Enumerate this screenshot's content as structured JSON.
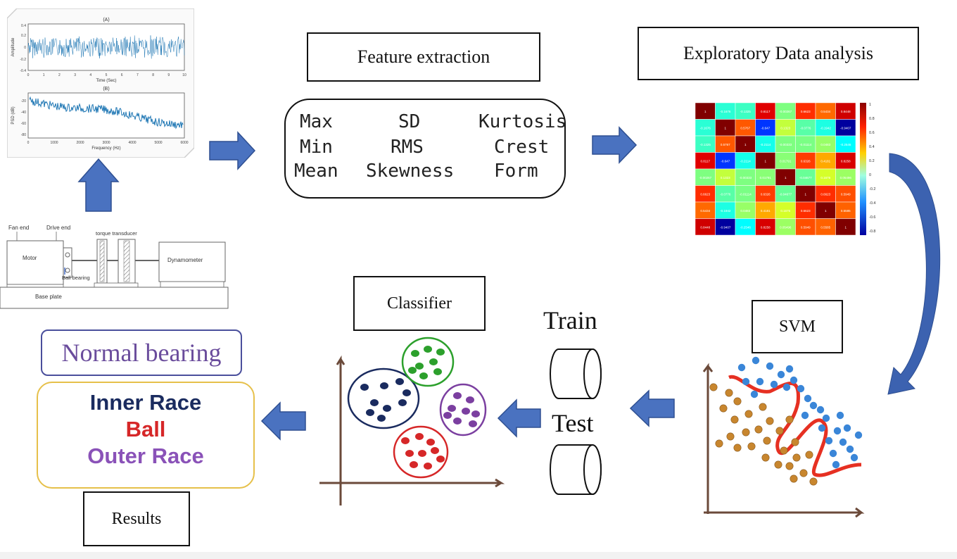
{
  "colors": {
    "arrow": "#4a72c0",
    "arrow_dark": "#2e4f91",
    "signal": "#1f77b4",
    "normal": "#6a4c9c",
    "inner": "#1a2b5f",
    "ball": "#d62728",
    "outer": "#8a52b8",
    "cluster_green": "#2ca02c",
    "cluster_purple": "#7b3fa0",
    "svm_blue": "#3a86d8",
    "svm_orange": "#c8862e"
  },
  "signal_plot": {
    "top_title": "(A)",
    "top_ylabel": "Amplitude",
    "top_xlabel": "Time (Sec)",
    "top_yticks": [
      "0.4",
      "0.2",
      "0",
      "-0.2",
      "-0.4"
    ],
    "top_xticks": [
      "0",
      "1",
      "2",
      "3",
      "4",
      "5",
      "6",
      "7",
      "8",
      "9",
      "10"
    ],
    "bottom_title": "(B)",
    "bottom_ylabel": "PSD (dB)",
    "bottom_xlabel": "Frequency (Hz)",
    "bottom_yticks": [
      "-20",
      "-40",
      "-60",
      "-80"
    ],
    "bottom_xticks": [
      "0",
      "1000",
      "2000",
      "3000",
      "4000",
      "5000",
      "6000"
    ]
  },
  "rig": {
    "fan_end": "Fan end",
    "drive_end": "Drive end",
    "torque": "torque transducer",
    "motor": "Motor",
    "dyno": "Dynamometer",
    "ball_bearing": "Ball bearing",
    "base": "Base plate"
  },
  "labels": {
    "feature_extraction": "Feature extraction",
    "eda": "Exploratory Data analysis",
    "classifier": "Classifier",
    "svm": "SVM",
    "results": "Results",
    "train": "Train",
    "test": "Test"
  },
  "features": {
    "col1": [
      "Max",
      "Min",
      "Mean"
    ],
    "col2": [
      "SD",
      "RMS",
      "Skewness"
    ],
    "col3": [
      "Kurtosis",
      "Crest",
      "Form"
    ]
  },
  "heatmap": {
    "cells": [
      [
        "1",
        "-0.1676",
        "-0.1325",
        "0.8117",
        "-0.00267",
        "0.6623",
        "0.5434",
        "0.8448"
      ],
      [
        "-0.1676",
        "1",
        "0.5767",
        "-0.647",
        "0.1323",
        "-0.0776",
        "-0.1942",
        "-0.9407"
      ],
      [
        "-0.1325",
        "0.5767",
        "1",
        "-0.2114",
        "-0.00333",
        "-0.01114",
        "0.0483",
        "-0.2546"
      ],
      [
        "0.8117",
        "-0.647",
        "-0.2114",
        "1",
        "0.01791",
        "0.6326",
        "0.4181",
        "0.8258"
      ],
      [
        "-0.00267",
        "0.1323",
        "-0.00333",
        "0.01791",
        "1",
        "-0.04677",
        "0.1676",
        "0.05496"
      ],
      [
        "0.6623",
        "-0.0776",
        "-0.01114",
        "0.6326",
        "-0.04677",
        "1",
        "0.6623",
        "0.5949"
      ],
      [
        "0.5434",
        "-0.1942",
        "0.0483",
        "0.4181",
        "0.1676",
        "0.6623",
        "1",
        "0.5585"
      ],
      [
        "0.8448",
        "-0.9407",
        "-0.2546",
        "0.8258",
        "0.05496",
        "0.5949",
        "0.5585",
        "1"
      ]
    ],
    "colorbar_ticks": [
      "1",
      "0.8",
      "0.6",
      "0.4",
      "0.2",
      "0",
      "-0.2",
      "-0.4",
      "-0.6",
      "-0.8"
    ]
  },
  "results": {
    "normal": "Normal bearing",
    "inner": "Inner Race",
    "ball": "Ball",
    "outer": "Outer Race"
  }
}
